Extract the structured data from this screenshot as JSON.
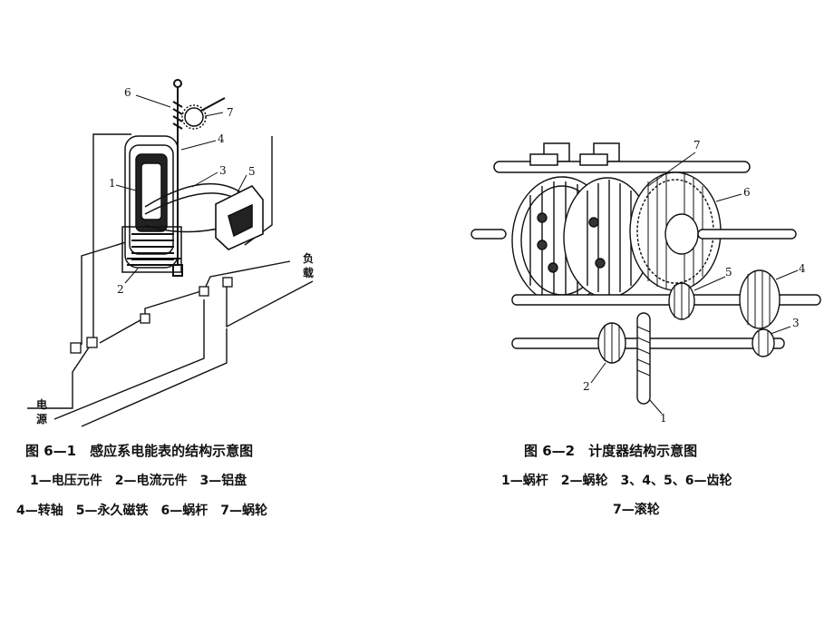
{
  "figure1": {
    "title": "图 6—1　感应系电能表的结构示意图",
    "legend_line1": "1—电压元件　2—电流元件　3—铝盘",
    "legend_line2": "4—转轴　5—永久磁铁　6—蜗杆　7—蜗轮",
    "labels": {
      "n1": "1",
      "n2": "2",
      "n3": "3",
      "n4": "4",
      "n5": "5",
      "n6": "6",
      "n7": "7",
      "load_a": "负",
      "load_b": "载",
      "power_a": "电",
      "power_b": "源"
    }
  },
  "figure2": {
    "title": "图 6—2　计度器结构示意图",
    "legend_line1": "1—蜗杆　2—蜗轮　3、4、5、6—齿轮",
    "legend_line2": "7—滚轮",
    "labels": {
      "n1": "1",
      "n2": "2",
      "n3": "3",
      "n4": "4",
      "n5": "5",
      "n6": "6",
      "n7": "7"
    }
  }
}
